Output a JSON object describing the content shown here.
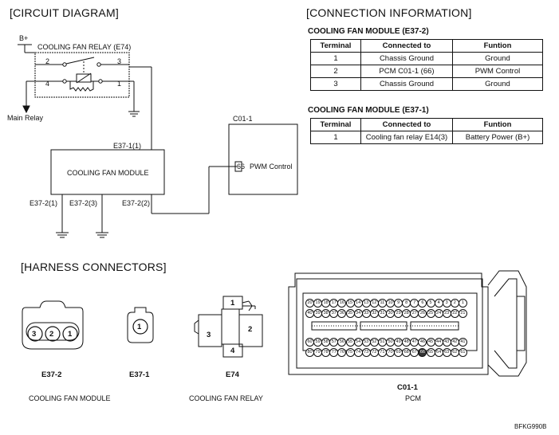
{
  "circuit": {
    "title": "[CIRCUIT DIAGRAM]",
    "battery": "B+",
    "relay_name": "COOLING FAN RELAY (E74)",
    "relay_pins": [
      "2",
      "3",
      "4",
      "1"
    ],
    "main_relay": "Main Relay",
    "module_name": "COOLING FAN MODULE",
    "module_top_pin": "E37-1(1)",
    "module_bottom_pins": [
      "E37-2(1)",
      "E37-2(3)",
      "E37-2(2)"
    ],
    "pcm_connector": "C01-1",
    "pcm_pin": "66",
    "pcm_pin_label": "PWM Control"
  },
  "connection": {
    "title": "[CONNECTION INFORMATION]",
    "tables": [
      {
        "title": "COOLING FAN MODULE (E37-2)",
        "headers": [
          "Terminal",
          "Connected to",
          "Funtion"
        ],
        "rows": [
          [
            "1",
            "Chassis Ground",
            "Ground"
          ],
          [
            "2",
            "PCM C01-1 (66)",
            "PWM Control"
          ],
          [
            "3",
            "Chassis Ground",
            "Ground"
          ]
        ]
      },
      {
        "title": "COOLING FAN MODULE (E37-1)",
        "headers": [
          "Terminal",
          "Connected to",
          "Funtion"
        ],
        "rows": [
          [
            "1",
            "Cooling fan relay E14(3)",
            "Battery Power (B+)"
          ]
        ]
      }
    ]
  },
  "harness": {
    "title": "[HARNESS CONNECTORS]",
    "e37_2": {
      "name": "E37-2",
      "pins": [
        "3",
        "2",
        "1"
      ]
    },
    "e37_1": {
      "name": "E37-1",
      "pins": [
        "1"
      ]
    },
    "e74": {
      "name": "E74",
      "pins": [
        "1",
        "3",
        "2",
        "4"
      ]
    },
    "module_caption": "COOLING FAN MODULE",
    "relay_caption": "COOLING FAN RELAY",
    "c01": {
      "name": "C01-1",
      "caption": "PCM",
      "row1": [
        "20",
        "19",
        "18",
        "17",
        "16",
        "15",
        "14",
        "13",
        "12",
        "11",
        "10",
        "9",
        "8",
        "7",
        "6",
        "5",
        "4",
        "3",
        "2",
        "1"
      ],
      "row2": [
        "40",
        "39",
        "38",
        "37",
        "36",
        "35",
        "34",
        "33",
        "32",
        "31",
        "30",
        "29",
        "28",
        "27",
        "26",
        "25",
        "24",
        "23",
        "22",
        "21"
      ],
      "row3": [
        "60",
        "59",
        "58",
        "57",
        "56",
        "55",
        "54",
        "53",
        "52",
        "51",
        "50",
        "49",
        "48",
        "47",
        "46",
        "45",
        "44",
        "43",
        "42",
        "41"
      ],
      "row4": [
        "80",
        "79",
        "78",
        "77",
        "76",
        "75",
        "74",
        "73",
        "72",
        "71",
        "70",
        "69",
        "68",
        "67",
        "66",
        "65",
        "64",
        "63",
        "62",
        "61"
      ]
    }
  },
  "figure_code": "BFKG990B"
}
